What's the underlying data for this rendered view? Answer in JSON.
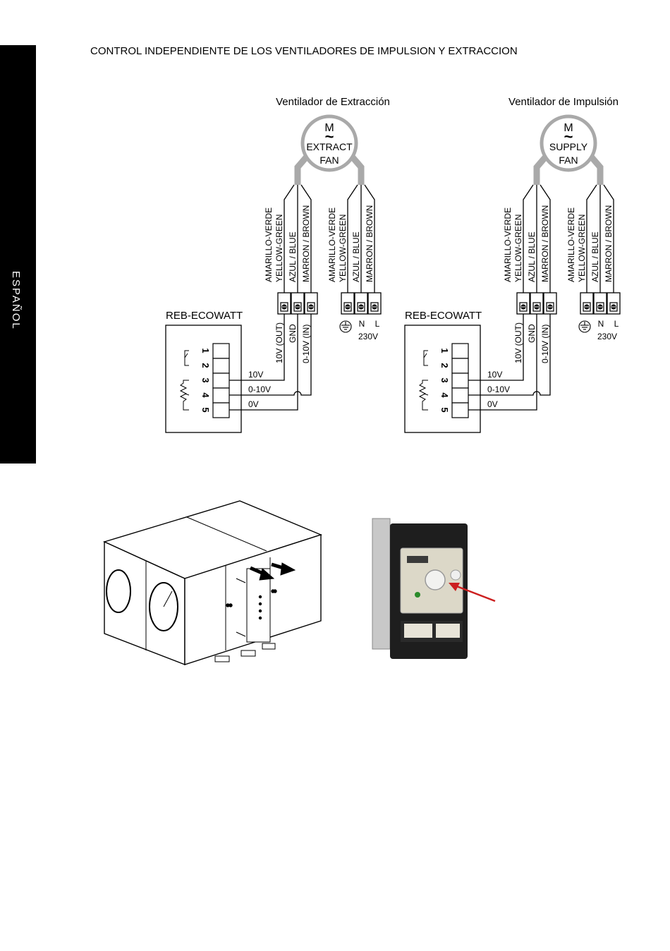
{
  "sidebar": {
    "label": "ESPAÑOL"
  },
  "title": "CONTROL INDEPENDIENTE DE LOS VENTILADORES DE IMPULSION Y EXTRACCION",
  "motor_letter": "M",
  "tilde": "~",
  "diagrams": [
    {
      "fan_heading": "Ventilador de Extracción",
      "fan_line1": "EXTRACT",
      "fan_line2": "FAN",
      "controller": "REB-ECOWATT",
      "wires": [
        "AMARILLO-VERDE",
        "YELLOW-GREEN",
        "AZUL / BLUE",
        "MARRON / BROWN"
      ],
      "signals": [
        "10V (OUT)",
        "GND",
        "0-10V (IN)"
      ],
      "terminals": [
        "1",
        "2",
        "3",
        "4",
        "5"
      ],
      "lines": [
        "10V",
        "0-10V",
        "0V"
      ],
      "power": {
        "n": "N",
        "l": "L",
        "voltage": "230V"
      }
    },
    {
      "fan_heading": "Ventilador de Impulsión",
      "fan_line1": "SUPPLY",
      "fan_line2": "FAN",
      "controller": "REB-ECOWATT",
      "wires": [
        "AMARILLO-VERDE",
        "YELLOW-GREEN",
        "AZUL / BLUE",
        "MARRON / BROWN"
      ],
      "signals": [
        "10V (OUT)",
        "GND",
        "0-10V (IN)"
      ],
      "terminals": [
        "1",
        "2",
        "3",
        "4",
        "5"
      ],
      "lines": [
        "10V",
        "0-10V",
        "0V"
      ],
      "power": {
        "n": "N",
        "l": "L",
        "voltage": "230V"
      }
    }
  ],
  "colors": {
    "sidebar": "#000000",
    "fan_lead": "#a9a9a9",
    "arrow": "#cc1f1f",
    "drive_panel": "#dcd8c8"
  }
}
